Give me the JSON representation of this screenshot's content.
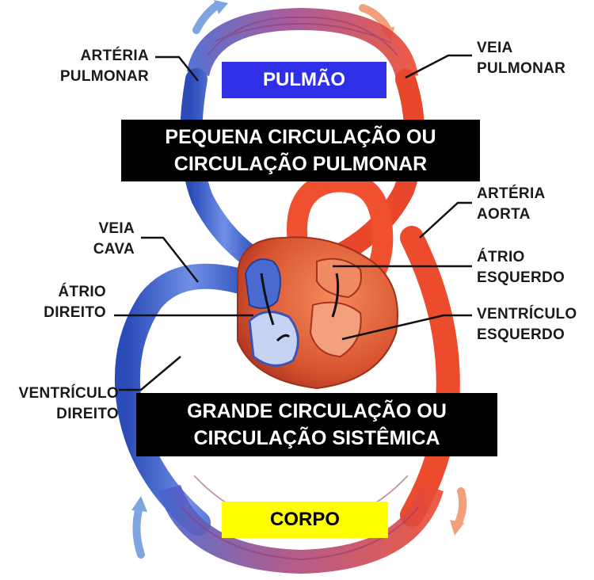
{
  "colors": {
    "venous_blue": "#3a5fc8",
    "arterial_red": "#e8432a",
    "heart_red": "#c8402a",
    "box_blue": "#2f2fe8",
    "box_black": "#000000",
    "box_yellow": "#ffff00"
  },
  "boxes": {
    "pulmao": "PULMÃO",
    "pequena": [
      "PEQUENA CIRCULAÇÃO OU",
      "CIRCULAÇÃO PULMONAR"
    ],
    "grande": [
      "GRANDE CIRCULAÇÃO OU",
      "CIRCULAÇÃO SISTÊMICA"
    ],
    "corpo": "CORPO"
  },
  "labels": {
    "arteria_pulmonar": [
      "ARTÉRIA",
      "PULMONAR"
    ],
    "veia_pulmonar": [
      "VEIA",
      "PULMONAR"
    ],
    "arteria_aorta": [
      "ARTÉRIA",
      "AORTA"
    ],
    "veia_cava": [
      "VEIA",
      "CAVA"
    ],
    "atrio_esquerdo": [
      "ÁTRIO",
      "ESQUERDO"
    ],
    "atrio_direito": [
      "ÁTRIO",
      "DIREITO"
    ],
    "ventriculo_esquerdo": [
      "VENTRÍCULO",
      "ESQUERDO"
    ],
    "ventriculo_direito": [
      "VENTRÍCULO",
      "DIREITO"
    ]
  },
  "icons": {
    "flow_arrow_blue": "flow-arrow-blue-icon",
    "flow_arrow_red": "flow-arrow-red-icon"
  }
}
